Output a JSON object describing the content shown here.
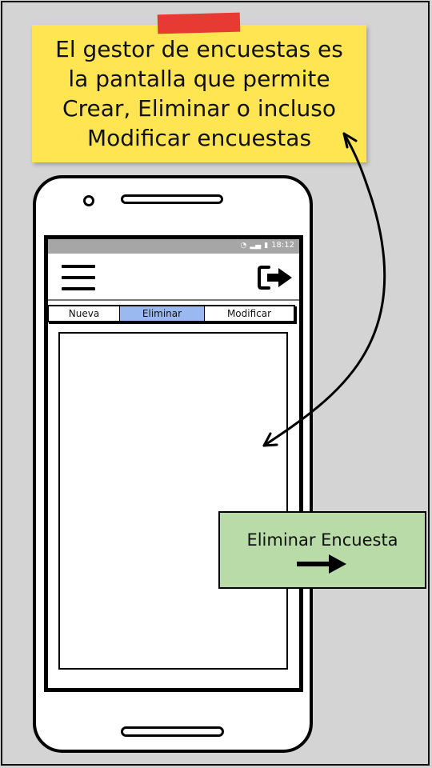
{
  "annotation": {
    "note_text": "El gestor de encuestas es\nla pantalla que permite\nCrear, Eliminar o incluso\nModificar encuestas"
  },
  "status_bar": {
    "time": "18:12",
    "icons": [
      "wifi-icon",
      "signal-icon",
      "battery-icon"
    ]
  },
  "app_bar": {
    "menu_icon": "hamburger-menu-icon",
    "logout_icon": "logout-icon"
  },
  "tabs": [
    {
      "label": "Nueva",
      "selected": false
    },
    {
      "label": "Eliminar",
      "selected": true
    },
    {
      "label": "Modificar",
      "selected": false
    }
  ],
  "action": {
    "label": "Eliminar Encuesta",
    "icon": "arrow-right-icon"
  },
  "colors": {
    "sticky_note": "#ffe552",
    "tape": "#e73a32",
    "selected_tab": "#9bb9f1",
    "action_button": "#b9dba8",
    "status_bar": "#a6a6a6"
  }
}
